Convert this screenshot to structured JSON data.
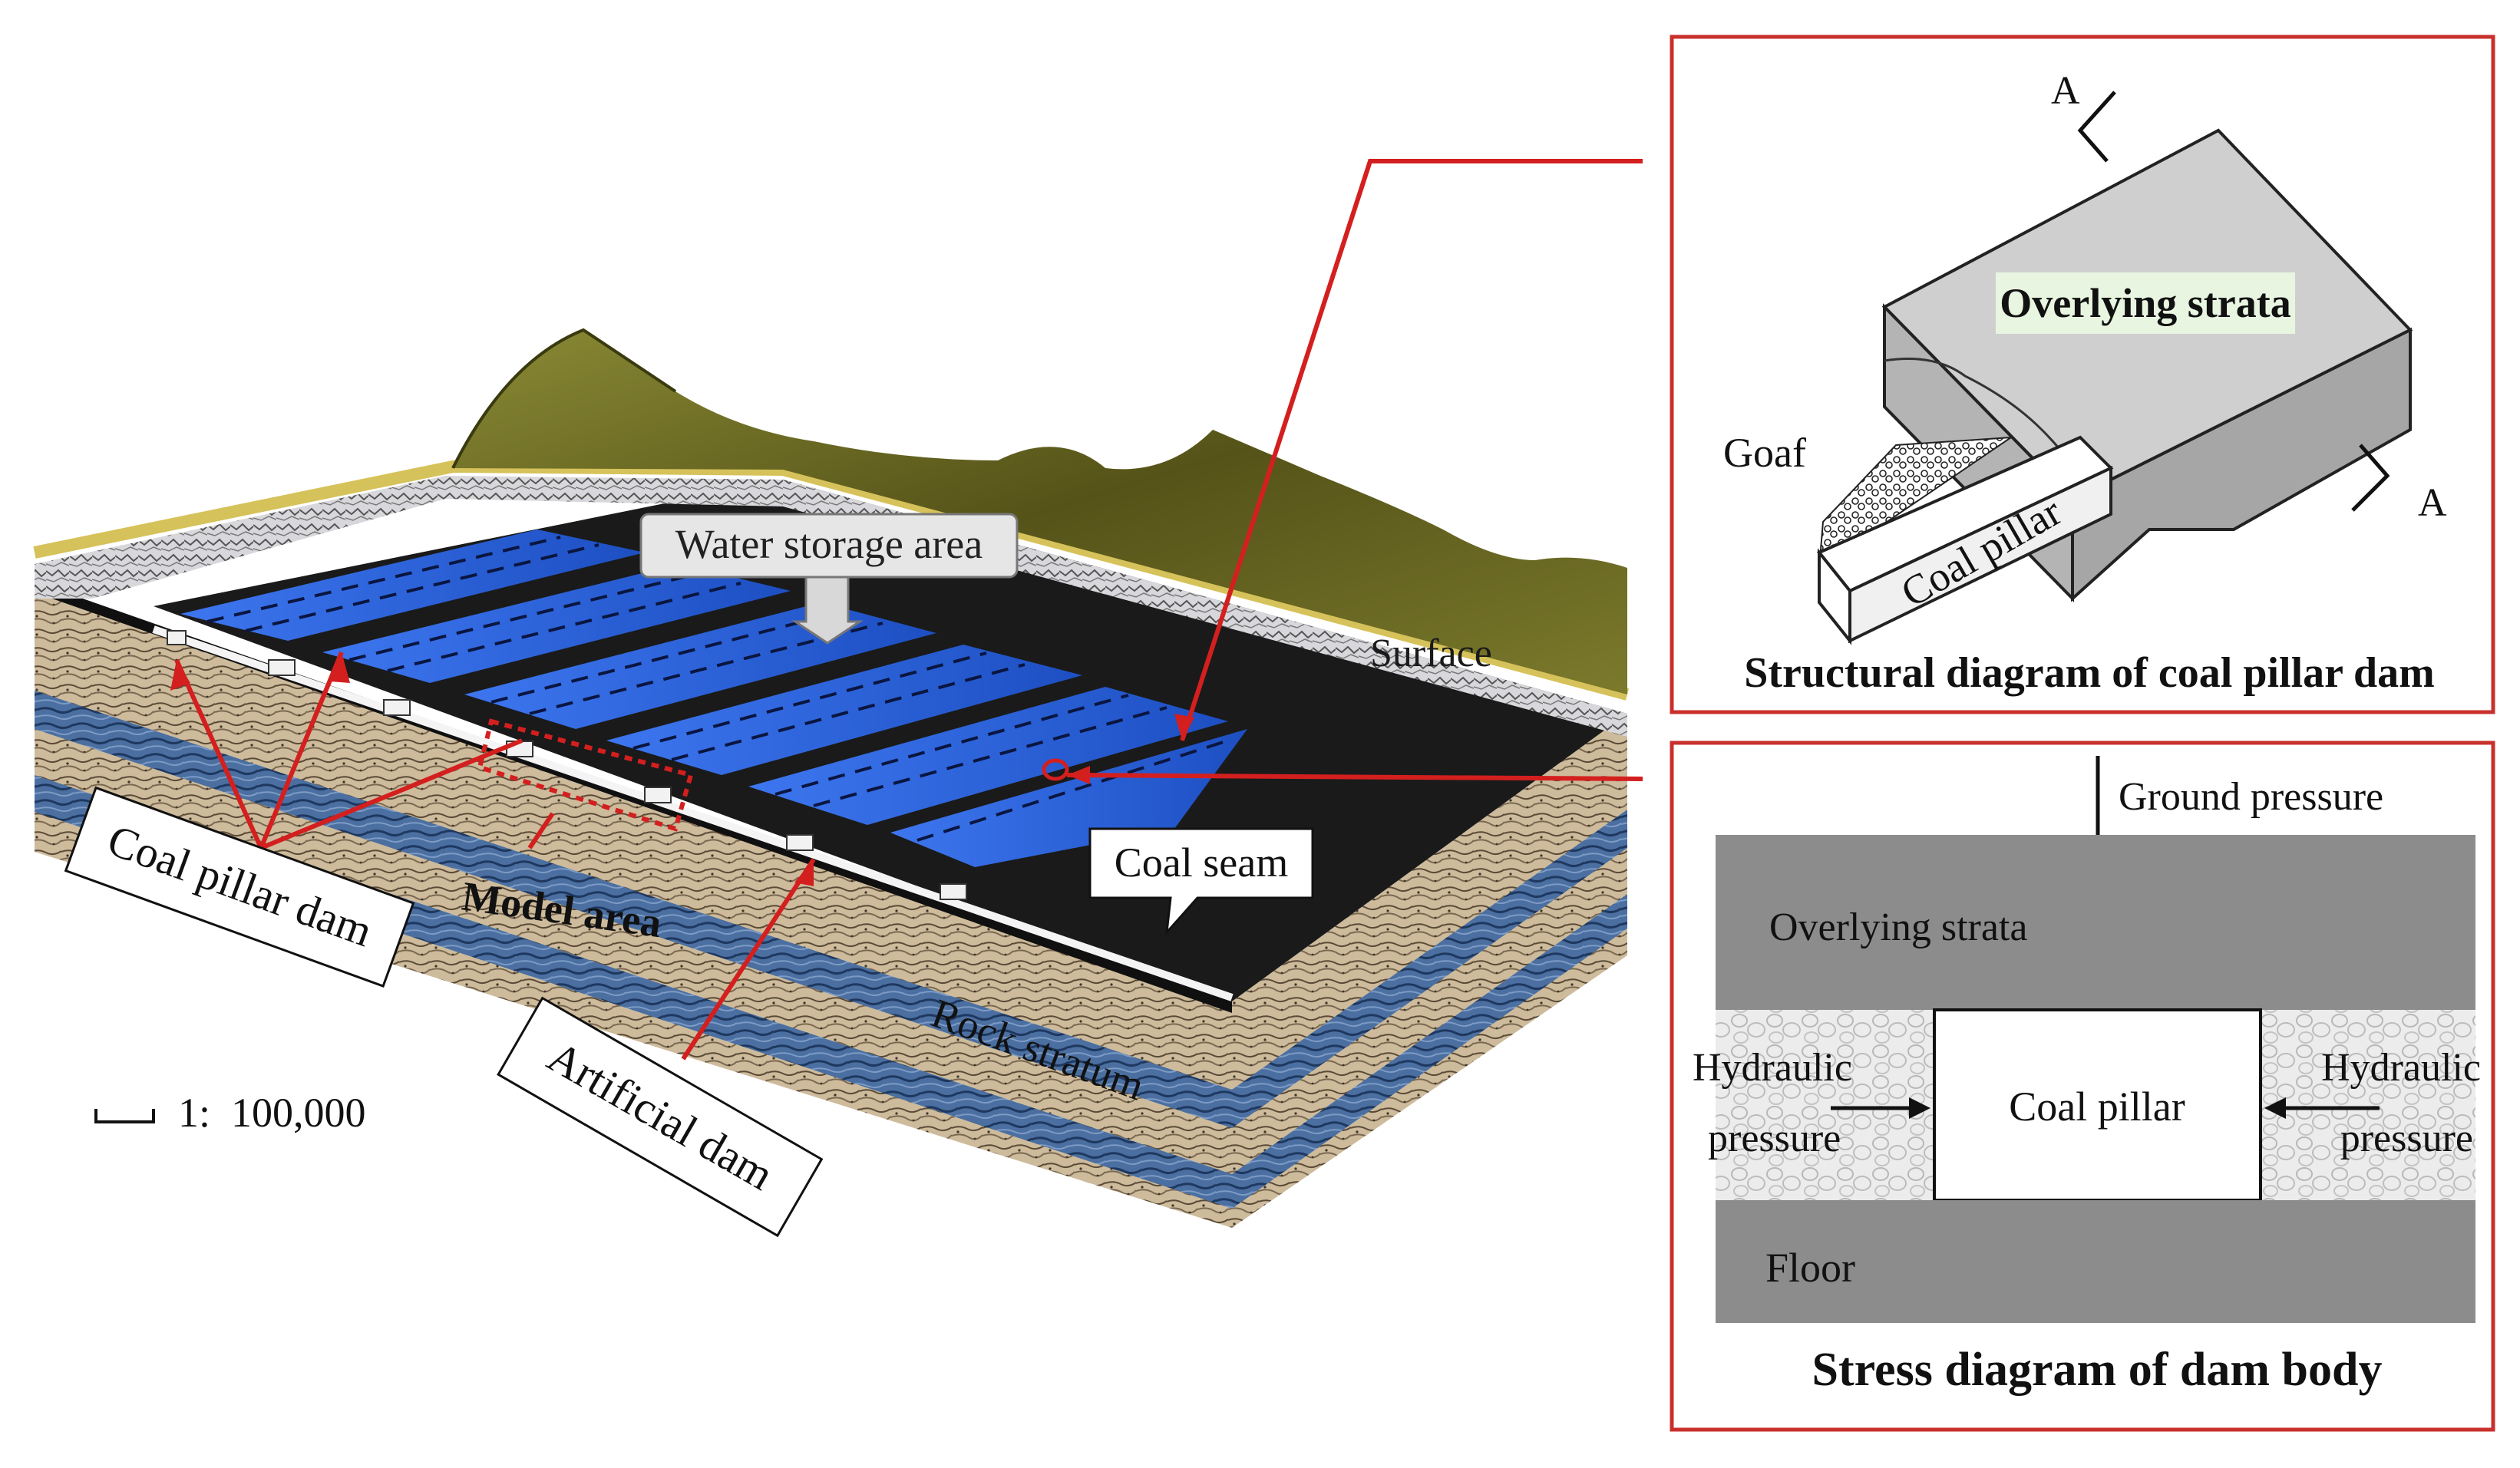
{
  "block_diagram": {
    "water_storage_label": "Water storage area",
    "surface_label": "Surface",
    "coal_seam_label": "Coal seam",
    "rock_stratum_label": "Rock stratum",
    "model_area_label": "Model area",
    "coal_pillar_dam_label": "Coal pillar dam",
    "artificial_dam_label": "Artificial dam",
    "scale_label": "1:  100,000"
  },
  "structural_panel": {
    "overlying_strata_label": "Overlying strata",
    "goaf_label": "Goaf",
    "coal_pillar_label": "Coal pillar",
    "section_mark_top": "A",
    "section_mark_bottom": "A",
    "caption": "Structural diagram of coal pillar dam"
  },
  "stress_panel": {
    "ground_pressure_label": "Ground pressure",
    "overlying_strata_label": "Overlying strata",
    "hydraulic_left_line1": "Hydraulic",
    "hydraulic_left_line2": "pressure",
    "hydraulic_right_line1": "Hydraulic",
    "hydraulic_right_line2": "pressure",
    "coal_pillar_label": "Coal pillar",
    "floor_label": "Floor",
    "caption": "Stress diagram of dam body"
  },
  "colors": {
    "leader_red": "#d41f1f",
    "panel_border": "#c9302c",
    "water_blue": "#2a5fd8",
    "coal_black": "#141414",
    "terrain_olive": "#6b6a1f",
    "strata_gray": "#8c8c8c"
  }
}
